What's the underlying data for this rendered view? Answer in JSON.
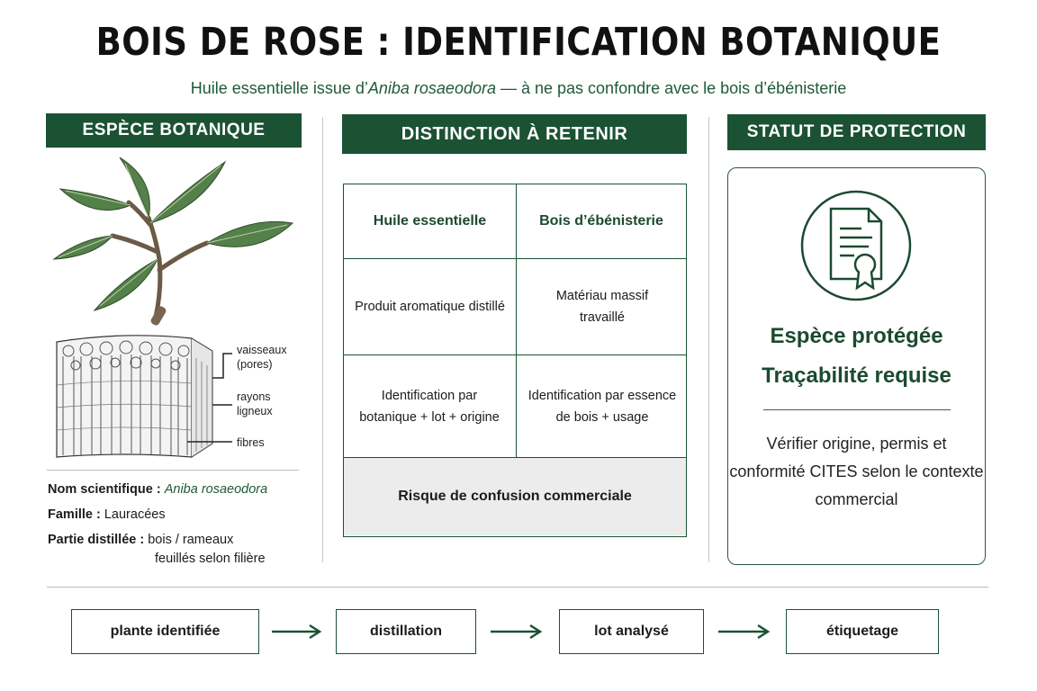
{
  "title": "BOIS DE ROSE : IDENTIFICATION BOTANIQUE",
  "subtitle": {
    "before": "Huile essentielle issue d’",
    "species": "Aniba rosaeodora",
    "after": " — à ne pas confondre avec le bois d’ébénisterie"
  },
  "left": {
    "header": "ESPÈCE BOTANIQUE",
    "wood_labels": [
      "vaisseaux (pores)",
      "rayons ligneux",
      "fibres"
    ],
    "scientific_label": "Nom scientifique :",
    "scientific_value": "Aniba rosaeodora",
    "family_label": "Famille :",
    "family_value": "Lauracées",
    "part_label": "Partie distillée :",
    "part_value_1": "bois / rameaux",
    "part_value_2": "feuillés selon filière"
  },
  "middle": {
    "header": "DISTINCTION À RETENIR",
    "col1_head": "Huile essentielle",
    "col2_head": "Bois d’ébénisterie",
    "r1c1": "Produit aromatique distillé",
    "r1c2": "Matériau massif travaillé",
    "r2c1": "Identification par botanique + lot + origine",
    "r2c2": "Identification par essence de bois + usage",
    "footer": "Risque de confusion commerciale"
  },
  "right": {
    "header": "STATUT DE PROTECTION",
    "line1": "Espèce protégée",
    "line2": "Traçabilité requise",
    "note": "Vérifier origine, permis et conformité CITES selon le contexte commercial"
  },
  "flow": [
    "plante identifiée",
    "distillation",
    "lot analysé",
    "étiquetage"
  ],
  "colors": {
    "brand_green": "#1b5234",
    "leaf_green": "#4f7a44",
    "panel_grey": "#ececec"
  },
  "icons": [
    "leaf-branch-illustration",
    "wood-cross-section-illustration",
    "certificate-icon",
    "arrow-right-icon"
  ]
}
